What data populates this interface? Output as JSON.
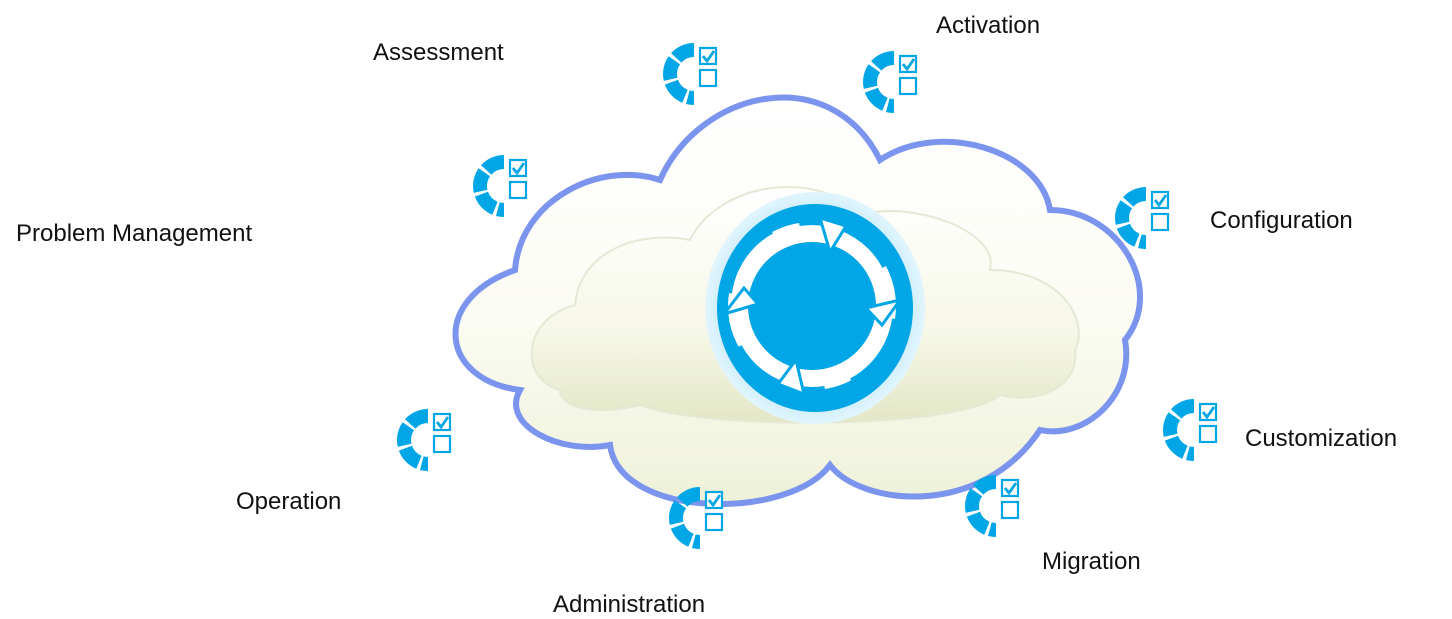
{
  "diagram": {
    "center_icon": "cycle-arrows-icon",
    "item_icon": "checklist-icon",
    "colors": {
      "accent": "#00a6e6",
      "cloud_outline": "#7b95ee",
      "cloud_fill": "#f4f6e6",
      "label_text": "#111111"
    },
    "labels": {
      "assessment": "Assessment",
      "activation": "Activation",
      "problem_management": "Problem Management",
      "configuration": "Configuration",
      "customization": "Customization",
      "operation": "Operation",
      "migration": "Migration",
      "administration": "Administration"
    }
  }
}
